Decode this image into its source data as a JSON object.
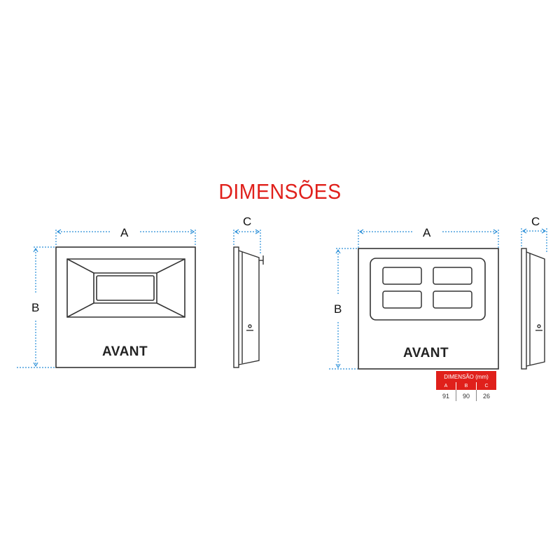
{
  "title": "DIMENSÕES",
  "left_product": {
    "width_label": "A",
    "height_label": "B",
    "depth_label": "C",
    "brand": "AVANT"
  },
  "right_product": {
    "width_label": "A",
    "height_label": "B",
    "depth_label": "C",
    "brand": "AVANT"
  },
  "dimension_table": {
    "header": "DIMENSÃO (mm)",
    "columns": [
      "A",
      "B",
      "C"
    ],
    "values": [
      "91",
      "90",
      "26"
    ]
  },
  "colors": {
    "accent_red": "#e0201b",
    "dimension_blue": "#2a8fd8",
    "outline": "#333333"
  }
}
